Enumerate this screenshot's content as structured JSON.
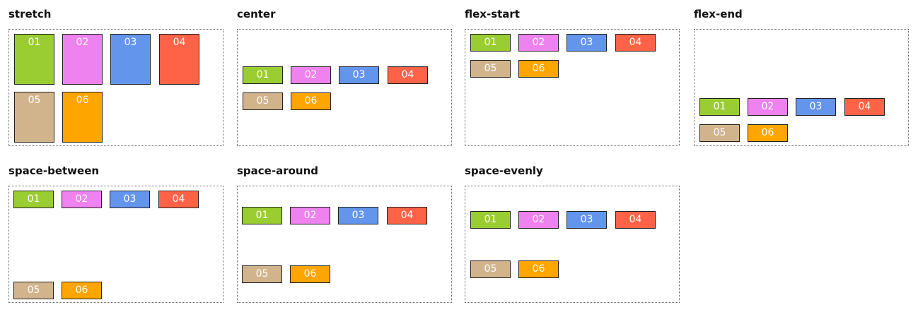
{
  "panels": [
    {
      "title": "stretch"
    },
    {
      "title": "center"
    },
    {
      "title": "flex-start"
    },
    {
      "title": "flex-end"
    },
    {
      "title": "space-between"
    },
    {
      "title": "space-around"
    },
    {
      "title": "space-evenly"
    }
  ],
  "items": [
    "01",
    "02",
    "03",
    "04",
    "05",
    "06"
  ],
  "colors": {
    "item_01": "#9acd32",
    "item_02": "#ee82ee",
    "item_03": "#6495ed",
    "item_04": "#ff6347",
    "item_05": "#d2b48c",
    "item_06": "#ffa500"
  }
}
